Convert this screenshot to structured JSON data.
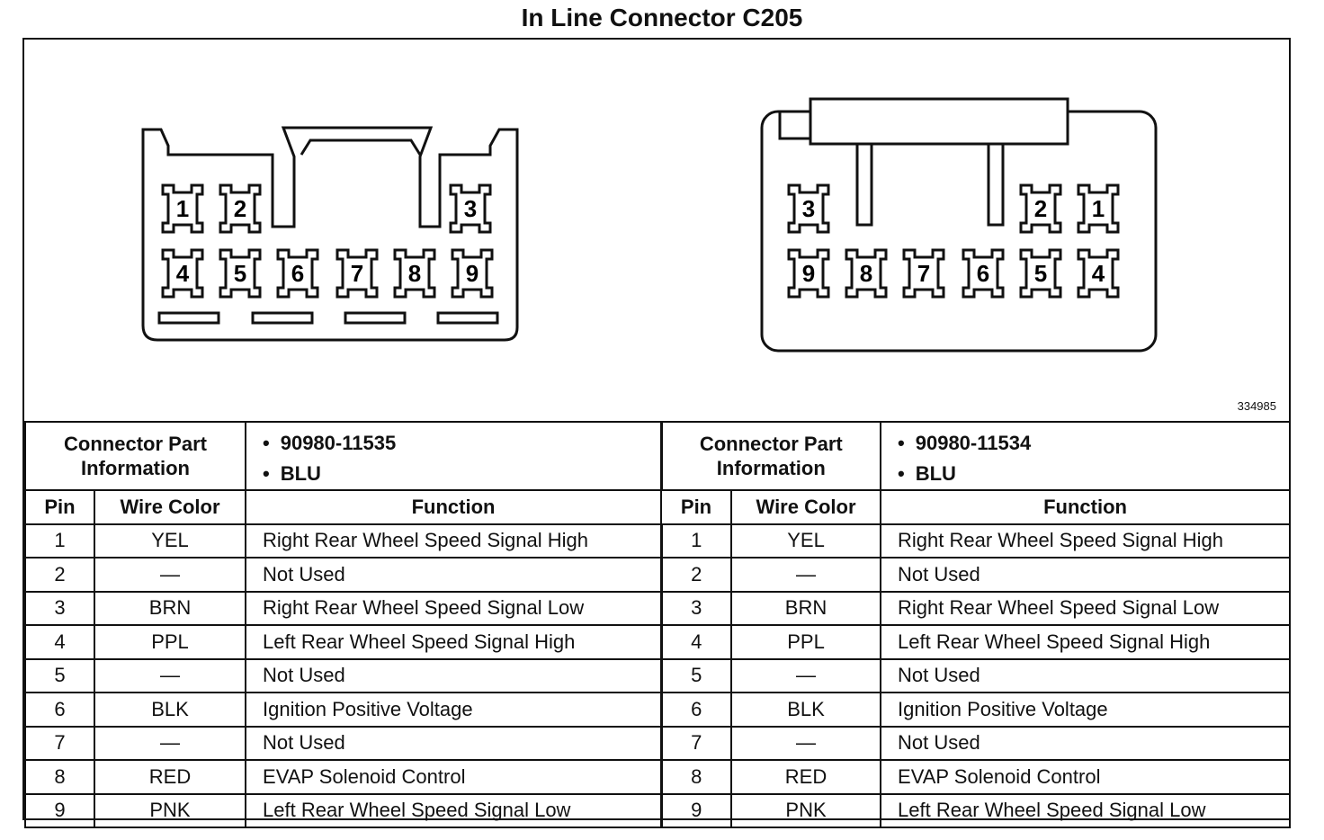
{
  "title": "In Line Connector C205",
  "figure_id": "334985",
  "left": {
    "part_info_label": [
      "Connector Part",
      "Information"
    ],
    "part_bullets": [
      "90980-11535",
      "BLU"
    ],
    "headers": {
      "pin": "Pin",
      "wire": "Wire Color",
      "function": "Function"
    },
    "rows": [
      {
        "pin": "1",
        "wire": "YEL",
        "function": "Right Rear Wheel Speed Signal High"
      },
      {
        "pin": "2",
        "wire": "—",
        "function": "Not Used"
      },
      {
        "pin": "3",
        "wire": "BRN",
        "function": "Right Rear Wheel Speed Signal Low"
      },
      {
        "pin": "4",
        "wire": "PPL",
        "function": "Left Rear Wheel Speed Signal High"
      },
      {
        "pin": "5",
        "wire": "—",
        "function": "Not Used"
      },
      {
        "pin": "6",
        "wire": "BLK",
        "function": "Ignition Positive Voltage"
      },
      {
        "pin": "7",
        "wire": "—",
        "function": "Not Used"
      },
      {
        "pin": "8",
        "wire": "RED",
        "function": "EVAP Solenoid Control"
      },
      {
        "pin": "9",
        "wire": "PNK",
        "function": "Left Rear Wheel Speed Signal Low"
      }
    ]
  },
  "right": {
    "part_info_label": [
      "Connector Part",
      "Information"
    ],
    "part_bullets": [
      "90980-11534",
      "BLU"
    ],
    "headers": {
      "pin": "Pin",
      "wire": "Wire Color",
      "function": "Function"
    },
    "rows": [
      {
        "pin": "1",
        "wire": "YEL",
        "function": "Right Rear Wheel Speed Signal High"
      },
      {
        "pin": "2",
        "wire": "—",
        "function": "Not Used"
      },
      {
        "pin": "3",
        "wire": "BRN",
        "function": "Right Rear Wheel Speed Signal Low"
      },
      {
        "pin": "4",
        "wire": "PPL",
        "function": "Left Rear Wheel Speed Signal High"
      },
      {
        "pin": "5",
        "wire": "—",
        "function": "Not Used"
      },
      {
        "pin": "6",
        "wire": "BLK",
        "function": "Ignition Positive Voltage"
      },
      {
        "pin": "7",
        "wire": "—",
        "function": "Not Used"
      },
      {
        "pin": "8",
        "wire": "RED",
        "function": "EVAP Solenoid Control"
      },
      {
        "pin": "9",
        "wire": "PNK",
        "function": "Left Rear Wheel Speed Signal Low"
      }
    ]
  },
  "connector_left_pins": [
    "1",
    "2",
    "3",
    "4",
    "5",
    "6",
    "7",
    "8",
    "9"
  ],
  "connector_right_pins": [
    "3",
    "2",
    "1",
    "9",
    "8",
    "7",
    "6",
    "5",
    "4"
  ]
}
